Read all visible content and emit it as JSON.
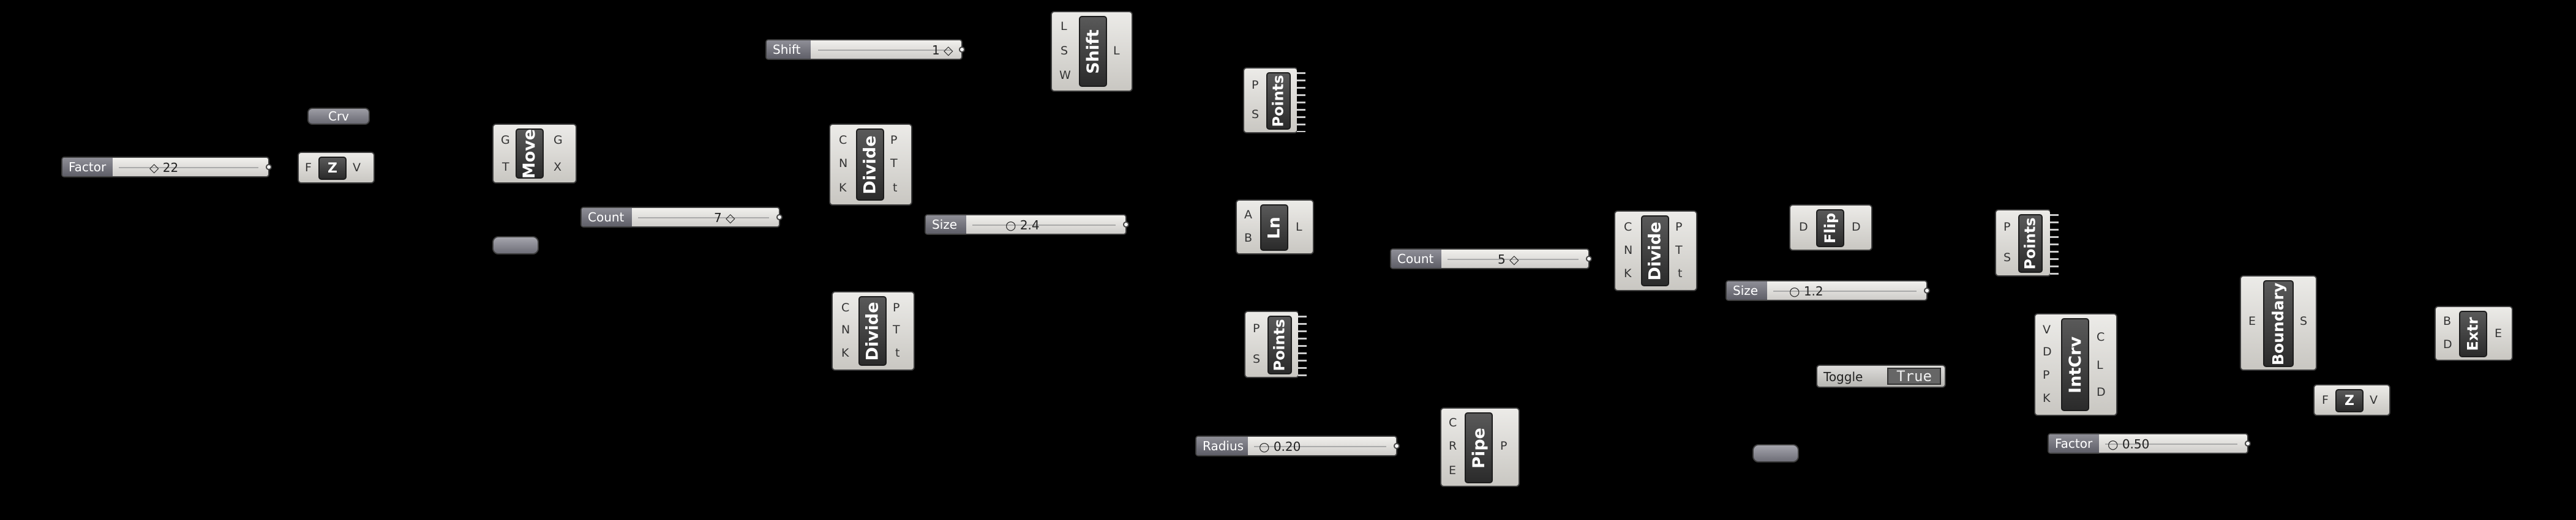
{
  "canvas": {
    "background": "#000000"
  },
  "components": {
    "shift": {
      "name": "Shift",
      "inputs": [
        "L",
        "S",
        "W"
      ],
      "outputs": [
        "L"
      ]
    },
    "crv": {
      "name": "Crv"
    },
    "z1": {
      "name": "Z",
      "inputs": [
        "F"
      ],
      "outputs": [
        "V"
      ]
    },
    "move": {
      "name": "Move",
      "inputs": [
        "G",
        "T"
      ],
      "outputs": [
        "G",
        "X"
      ]
    },
    "divide1": {
      "name": "Divide",
      "inputs": [
        "C",
        "N",
        "K"
      ],
      "outputs": [
        "P",
        "T",
        "t"
      ]
    },
    "divide2": {
      "name": "Divide",
      "inputs": [
        "C",
        "N",
        "K"
      ],
      "outputs": [
        "P",
        "T",
        "t"
      ]
    },
    "points1": {
      "name": "Points",
      "inputs": [
        "P",
        "S"
      ]
    },
    "ln": {
      "name": "Ln",
      "inputs": [
        "A",
        "B"
      ],
      "outputs": [
        "L"
      ]
    },
    "points2": {
      "name": "Points",
      "inputs": [
        "P",
        "S"
      ]
    },
    "pipe": {
      "name": "Pipe",
      "inputs": [
        "C",
        "R",
        "E"
      ],
      "outputs": [
        "P"
      ]
    },
    "divide3": {
      "name": "Divide",
      "inputs": [
        "C",
        "N",
        "K"
      ],
      "outputs": [
        "P",
        "T",
        "t"
      ]
    },
    "flip": {
      "name": "Flip",
      "inputs": [
        "D"
      ],
      "outputs": [
        "D"
      ]
    },
    "points3": {
      "name": "Points",
      "inputs": [
        "P",
        "S"
      ]
    },
    "intcrv": {
      "name": "IntCrv",
      "inputs": [
        "V",
        "D",
        "P",
        "K"
      ],
      "outputs": [
        "C",
        "L",
        "D"
      ]
    },
    "boundary": {
      "name": "Boundary",
      "inputs": [
        "E"
      ],
      "outputs": [
        "S"
      ]
    },
    "z2": {
      "name": "Z",
      "inputs": [
        "F"
      ],
      "outputs": [
        "V"
      ]
    },
    "extr": {
      "name": "Extr",
      "inputs": [
        "B",
        "D"
      ],
      "outputs": [
        "E"
      ]
    }
  },
  "sliders": {
    "factor1": {
      "label": "Factor",
      "value": "◇ 22"
    },
    "shift": {
      "label": "Shift",
      "value": "1 ◇"
    },
    "count1": {
      "label": "Count",
      "value": "7 ◇"
    },
    "size1": {
      "label": "Size",
      "value": "2.4"
    },
    "radius": {
      "label": "Radius",
      "value": "0.20"
    },
    "count2": {
      "label": "Count",
      "value": "5 ◇"
    },
    "size2": {
      "label": "Size",
      "value": "1.2"
    },
    "factor2": {
      "label": "Factor",
      "value": "0.50"
    }
  },
  "toggle": {
    "label": "Toggle",
    "value": "True"
  }
}
